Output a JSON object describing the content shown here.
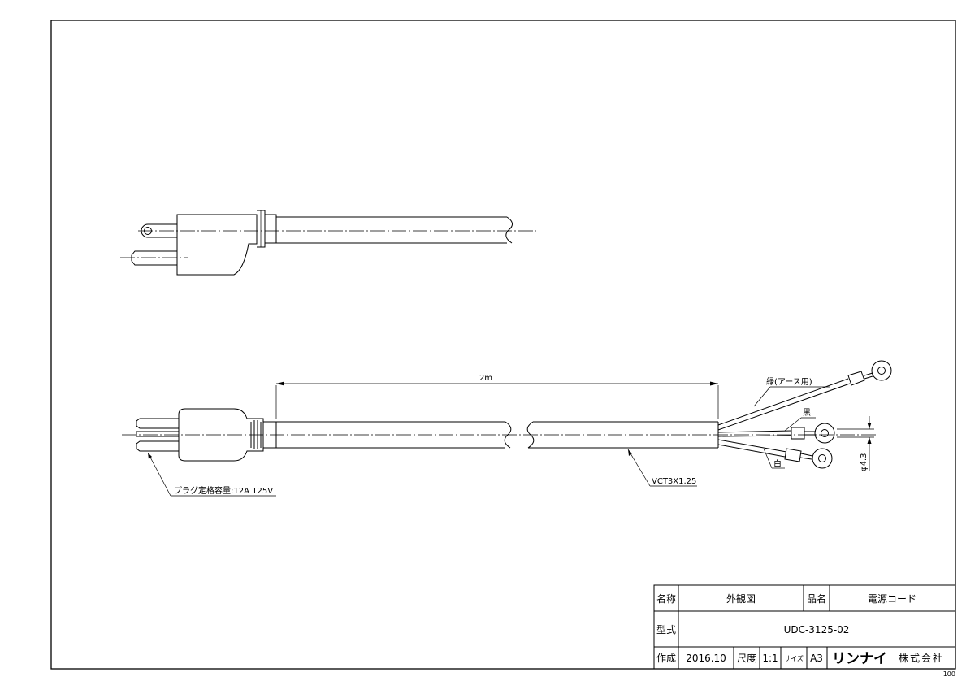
{
  "annotations": {
    "length": "2m",
    "green_wire": "緑(アース用)",
    "black_wire": "黒",
    "white_wire": "白",
    "cable_type": "VCT3X1.25",
    "plug_rating": "プラグ定格容量:12A 125V",
    "hole_diameter": "φ4.3"
  },
  "title_block": {
    "name_label": "名称",
    "name_value": "外観図",
    "product_label": "品名",
    "product_value": "電源コード",
    "model_label": "型式",
    "model_value": "UDC-3125-02",
    "created_label": "作成",
    "created_value": "2016.10",
    "scale_label": "尺度",
    "scale_value": "1:1",
    "size_label": "サイズ",
    "size_value": "A3",
    "company_logo": "リンナイ",
    "company_suffix": "株式会社"
  },
  "sheet_number": "100"
}
